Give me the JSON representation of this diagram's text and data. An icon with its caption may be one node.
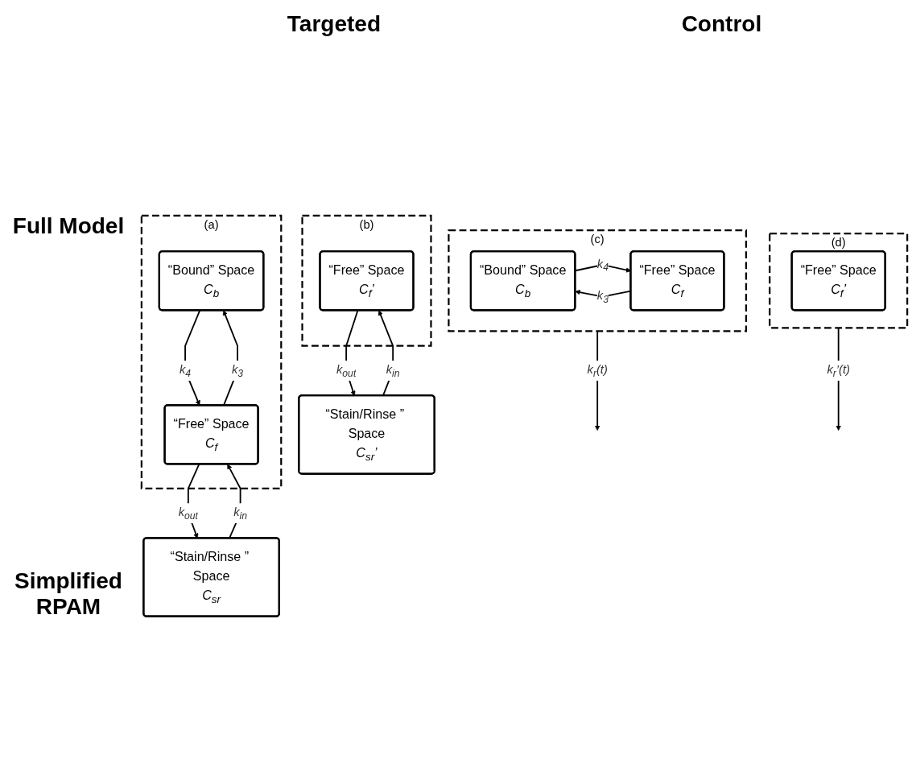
{
  "diagram": {
    "nodes": [
      {
        "text": [],
        "shape": "box",
        "beside": [
          "(a)"
        ]
      },
      {
        "text": [
          "“Bound” Space",
          "C$_{b}$"
        ],
        "in": 0
      },
      {
        "text": [
          "“Free” Space",
          "C$_{f}$"
        ],
        "in": 0
      },
      {
        "text": [],
        "shape": "box",
        "beside": [
          "(b)"
        ]
      },
      {
        "text": [
          "“Free” Space",
          "C$_{f}$’"
        ],
        "in": 3
      },
      {
        "text": [
          "“Stain/Rinse ” Space",
          "C$_{sr}$"
        ]
      },
      {
        "text": [
          "“Stain/Rinse ” Space",
          "C$_{sr}$’"
        ]
      },
      {
        "text": [],
        "shape": "box",
        "beside": [
          "(c)"
        ]
      },
      {
        "text": [
          "“Bound” Space",
          "C$_{b}$"
        ],
        "in": 7
      },
      {
        "text": [
          "“Free” Space",
          "C$_{f}$"
        ],
        "in": 7
      },
      {
        "text": [],
        "shape": "box",
        "beside": [
          "(d)"
        ]
      },
      {
        "text": [
          "“Free” Space",
          "C$_{f}$’"
        ],
        "in": 10
      }
    ],
    "edges": [
      {
        "from": 1,
        "to": 2,
        "arrow": "to",
        "label": "k$_{4}$"
      },
      {
        "from": 2,
        "to": 1,
        "arrow": "to",
        "label": "k$_{3}$"
      },
      {
        "from": 5,
        "to": 2,
        "arrow": "to",
        "label": "k$_{in}$"
      },
      {
        "from": 2,
        "to": 5,
        "arrow": "to",
        "label": "k$_{out}$"
      },
      {
        "from": 6,
        "to": 4,
        "arrow": "to",
        "label": "k$_{in}$"
      },
      {
        "from": 4,
        "to": 6,
        "arrow": "to",
        "label": "k$_{out}$"
      },
      {
        "from": 8,
        "to": 9,
        "arrow": "to",
        "label": "k$_{4}$"
      },
      {
        "from": 9,
        "to": 8,
        "arrow": "to",
        "label": "k$_{3}$"
      },
      {
        "from": 7,
        "to": null,
        "arrow": "to",
        "label": "k$_{r}$(t)"
      },
      {
        "from": 10,
        "to": null,
        "arrow": "to",
        "label": "k$_{r}$’(t)"
      }
    ],
    "labels": [
      "Targeted",
      "Control",
      "Full Model",
      "Simplified RPAM"
    ]
  }
}
